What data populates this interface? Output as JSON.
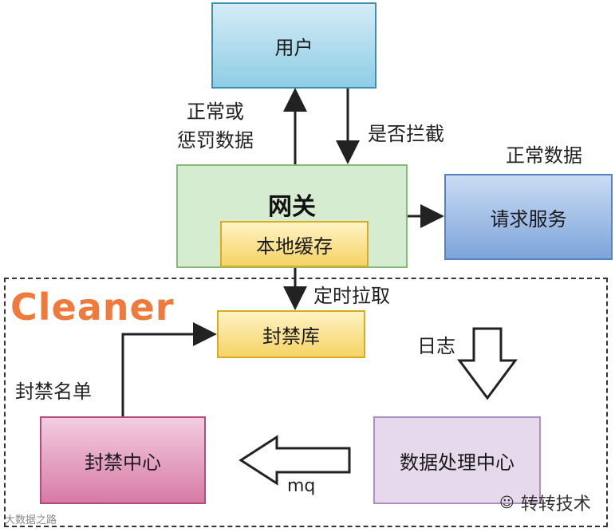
{
  "nodes": {
    "user": "用户",
    "gateway": "网关",
    "local_cache": "本地缓存",
    "request_service": "请求服务",
    "ban_library": "封禁库",
    "ban_center": "封禁中心",
    "data_processing_center": "数据处理中心"
  },
  "group": {
    "title": "Cleaner",
    "title_color": "#f07a3c"
  },
  "edges": {
    "normal_or_penalty_l1": "正常或",
    "normal_or_penalty_l2": "惩罚数据",
    "intercept": "是否拦截",
    "normal_data": "正常数据",
    "timed_pull": "定时拉取",
    "log": "日志",
    "ban_list": "封禁名单",
    "mq": "mq"
  },
  "watermark": {
    "left": "大数据之路",
    "right": "转转技术",
    "right_icon": "wechat-icon"
  }
}
